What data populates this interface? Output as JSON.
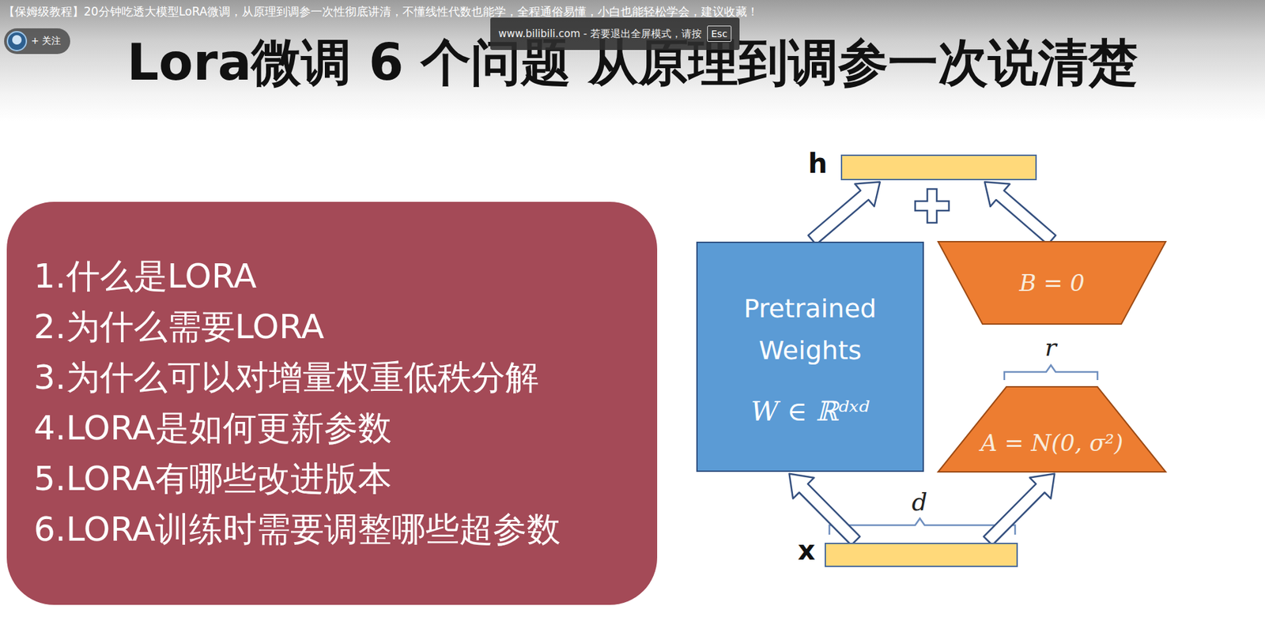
{
  "diagram": {
    "title": "Lora微调 6 个问题 从原理到调参一次说清楚",
    "nodes": [
      {
        "text": [
          "+ 关注"
        ]
      },
      {
        "text": [
          "www.bilibili.com - 若要退出全屏模式，请按"
        ]
      },
      {
        "text": [
          "Esc"
        ],
        "in": 1
      },
      {
        "text": [
          "1.什么是LORA",
          "2.为什么需要LORA",
          "3.为什么可以对增量权重低秩分解",
          "4.LORA是如何更新参数",
          "5.LORA有哪些改进版本",
          "6.LORA训练时需要调整哪些超参数"
        ]
      },
      {
        "text": [
          "h"
        ]
      },
      {
        "text": [
          "Pretrained Weights",
          "W ∈ ℝᵈˣᵈ"
        ]
      },
      {
        "text": [
          "B = 0"
        ]
      },
      {
        "text": [
          "A = N(0, σ²)"
        ]
      },
      {
        "text": [
          "x"
        ]
      }
    ],
    "edges": [
      {
        "from": 8,
        "to": 5,
        "arrow": "to"
      },
      {
        "from": 8,
        "to": 7,
        "arrow": "to"
      },
      {
        "from": 5,
        "to": 4,
        "arrow": "to"
      },
      {
        "from": 6,
        "to": 4,
        "arrow": "to"
      }
    ],
    "labels": [
      "【保姆级教程】20分钟吃透大模型LoRA微调，从原理到调参一次性彻底讲清，不懂线性代数也能学，全程通俗易懂，小白也能轻松学会，建议收藏！",
      "r",
      "d"
    ]
  }
}
